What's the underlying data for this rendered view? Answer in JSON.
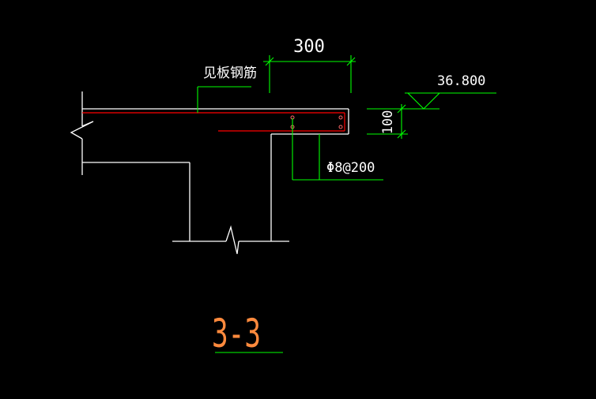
{
  "drawing": {
    "background": "#000000",
    "colors": {
      "outline": "#ffffff",
      "rebar": "#ff0000",
      "dimension": "#00ff00",
      "annotation_text": "#ffffff",
      "section_title": "#ff8a3d"
    },
    "labels": {
      "slab_rebar_note": "见板钢筋",
      "width_dimension": "300",
      "thickness_dimension": "100",
      "elevation": "36.800",
      "stirrup_spec": "Φ8@200",
      "section_title": "3-3"
    },
    "symbols": {
      "break_line_left": "break-line-icon",
      "break_line_bottom": "break-line-icon",
      "elevation_marker": "elevation-triangle-icon"
    }
  }
}
